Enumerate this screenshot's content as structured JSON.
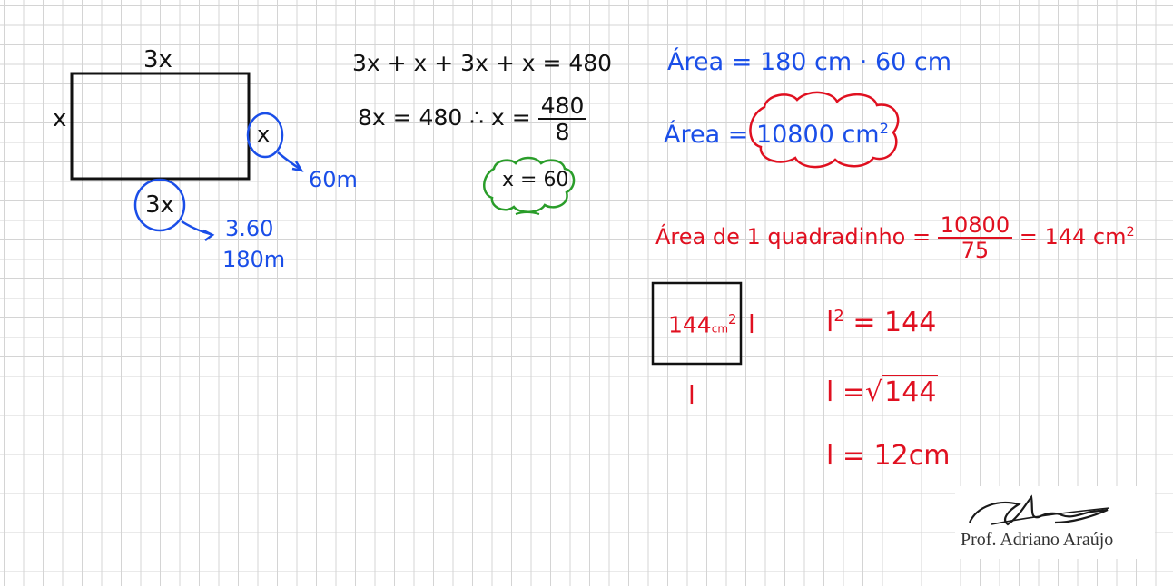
{
  "colors": {
    "black": "#111111",
    "blue": "#1a4ee8",
    "red": "#e01020",
    "green": "#2a9d2a",
    "grid": "#d4d4d4"
  },
  "rectangle": {
    "top_label": "3x",
    "left_label": "x",
    "right_circled": "x",
    "bottom_circled": "3x"
  },
  "blue_notes": {
    "width_value": "60m",
    "length_expr": "3.60",
    "length_value": "180m"
  },
  "equation": {
    "line1": "3x + x + 3x + x = 480",
    "line2_left": "8x = 480 ∴ x =",
    "line2_num": "480",
    "line2_den": "8",
    "solution": "x = 60"
  },
  "area": {
    "line1_label": "Área =",
    "line1_value": "180 cm · 60 cm",
    "line2_label": "Área =",
    "line2_value": "10800",
    "line2_unit": "cm",
    "line2_exp": "2"
  },
  "square_area": {
    "label": "Área de 1 quadradinho =",
    "num": "10800",
    "den": "75",
    "result": "= 144",
    "unit": "cm",
    "exp": "2"
  },
  "small_square": {
    "inside": "144",
    "inside_unit": "cm",
    "inside_exp": "2",
    "side_label": "l",
    "bottom_label": "l"
  },
  "side_solution": {
    "l1_var": "l",
    "l1_exp": "2",
    "l1_rest": "= 144",
    "l2_left": "l =",
    "l2_sqrt": "√",
    "l2_rad": "144",
    "l3": "l = 12cm"
  },
  "signature": {
    "name": "Prof. Adriano Araújo"
  }
}
